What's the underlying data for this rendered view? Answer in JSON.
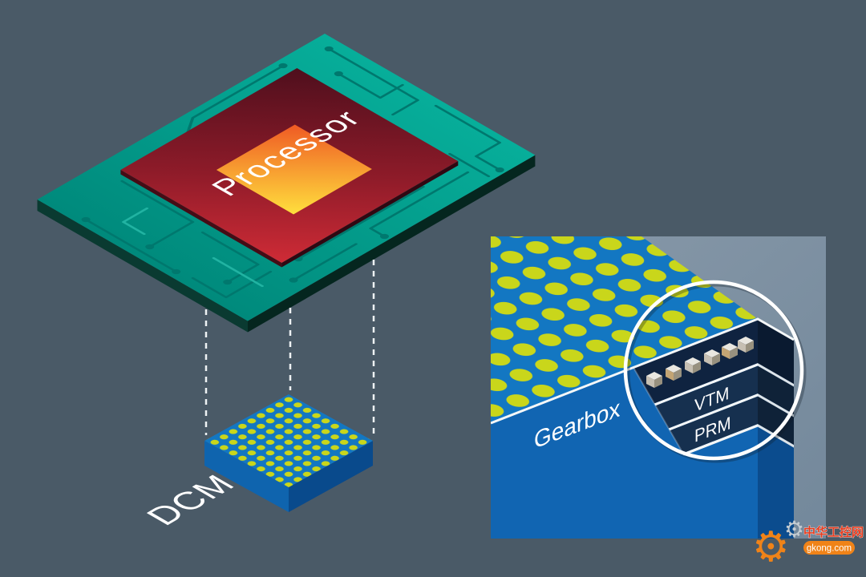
{
  "labels": {
    "processor": "Processor",
    "dcm": "DCM",
    "gearbox": "Gearbox",
    "vtm": "VTM",
    "prm": "PRM"
  },
  "watermark": {
    "site_name": "中华工控网",
    "site_url": "gkong.com",
    "gear_icon": "⚙"
  },
  "colors": {
    "background": "#4a5a67",
    "pcb_teal": "#00a392",
    "pcb_trace": "#00786e",
    "chip_red": "#c32634",
    "chip_red_dark": "#4f0f1d",
    "core_orange": "#ef5a24",
    "core_yellow": "#ffdf3d",
    "package_blue": "#1377c2",
    "ball_yellow": "#c9d61b",
    "panel_gray": "#7e93a3",
    "stack_navy": "#16304f",
    "line_white": "#f4f7f8",
    "watermark_orange": "#f08318",
    "watermark_red": "#e63c1e"
  }
}
